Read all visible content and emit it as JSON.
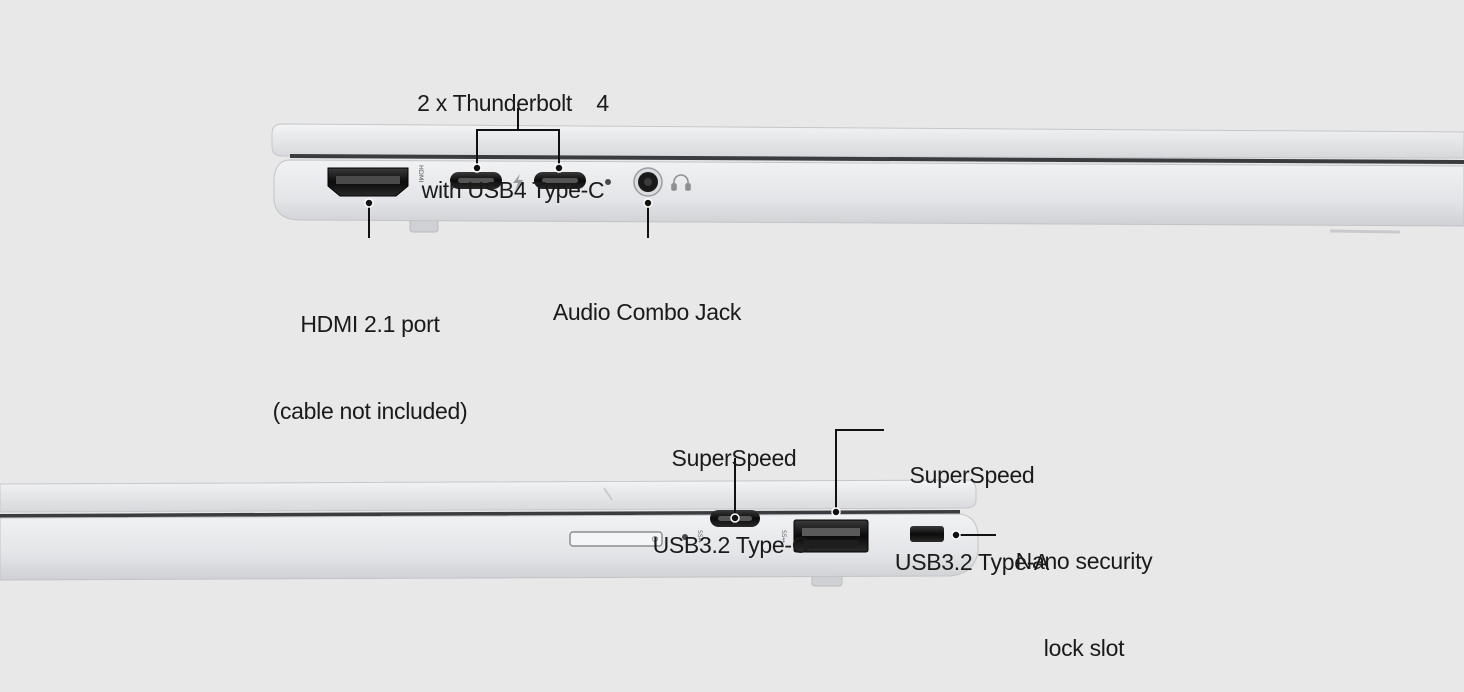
{
  "background": "#e8e8e8",
  "chassis_color": "#e4e5e7",
  "port_color": "#111111",
  "callouts": {
    "thunderbolt": {
      "line1": "2 x Thunderbolt    4",
      "line2": "with USB4 Type-C"
    },
    "hdmi": {
      "line1": "HDMI 2.1 port",
      "line2": "(cable not included)"
    },
    "audio": {
      "line1": "Audio Combo Jack"
    },
    "usb_c": {
      "line1": "SuperSpeed",
      "line2": "USB3.2 Type-C-"
    },
    "usb_a": {
      "line1": "SuperSpeed",
      "line2": "USB3.2 Type-A"
    },
    "lock": {
      "line1": "Nano security",
      "line2": "lock slot"
    }
  },
  "side_views": [
    {
      "id": "left-side",
      "ports": [
        "hdmi-port",
        "thunderbolt-port",
        "thunderbolt-port",
        "led-indicator",
        "audio-jack"
      ]
    },
    {
      "id": "right-side",
      "ports": [
        "sd-card-slot",
        "led-indicator",
        "usb-c-port",
        "usb-a-port",
        "security-lock-slot"
      ]
    }
  ]
}
